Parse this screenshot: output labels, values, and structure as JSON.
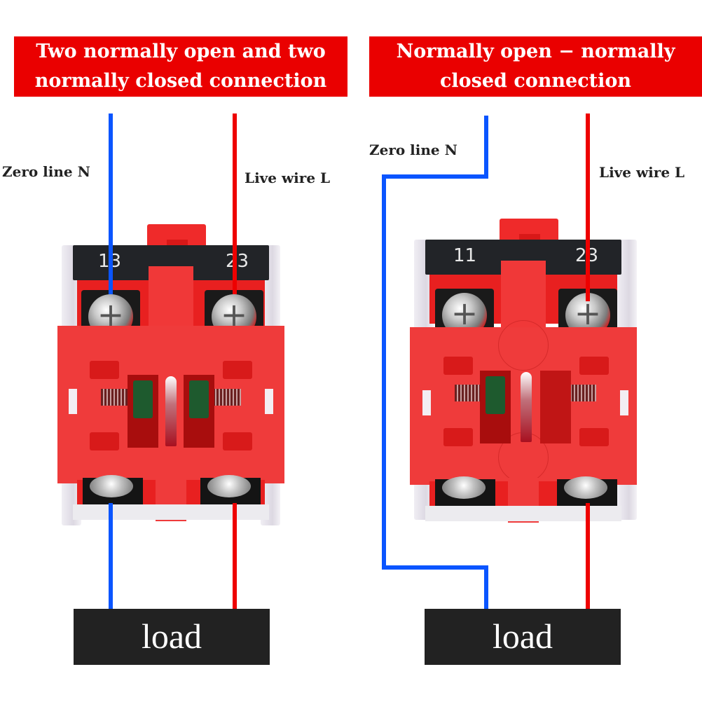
{
  "colors": {
    "banner_bg": "#ea0000",
    "neutral_wire": "#0a55ff",
    "live_wire": "#ee0000",
    "load_bg": "#222222",
    "switch_red": "#ef3b3b",
    "contact_green": "#1e5a2e"
  },
  "left_panel": {
    "title_line1": "Two normally open and two",
    "title_line2": "normally closed connection",
    "neutral_label": "Zero line N",
    "live_label": "Live wire L",
    "terminal_left": "13",
    "terminal_right": "23",
    "load_label": "load"
  },
  "right_panel": {
    "title_line1": "Normally open − normally",
    "title_line2": "closed connection",
    "neutral_label": "Zero line N",
    "live_label": "Live wire L",
    "terminal_left": "11",
    "terminal_right": "23",
    "load_label": "load"
  }
}
